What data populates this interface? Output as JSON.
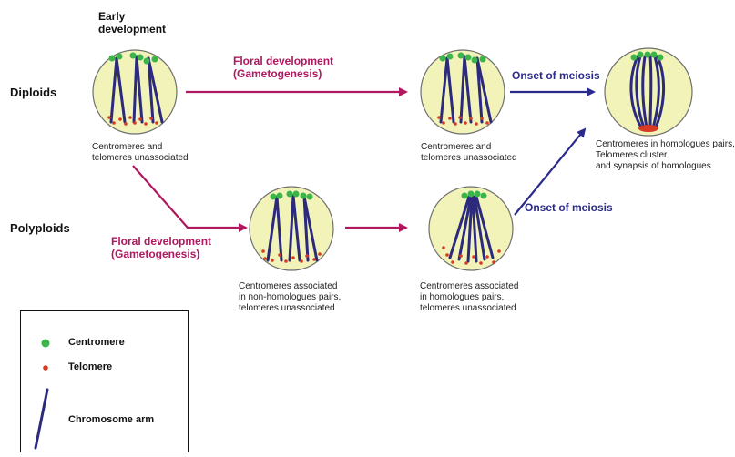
{
  "header": {
    "early_development": "Early\ndevelopment"
  },
  "rows": {
    "diploids": "Diploids",
    "polyploids": "Polyploids"
  },
  "arrows": {
    "floral_top": "Floral development\n(Gametogenesis)",
    "floral_bottom": "Floral development\n(Gametogenesis)",
    "meiosis_top": "Onset of meiosis",
    "meiosis_bottom": "Onset of meiosis"
  },
  "captions": {
    "c1": "Centromeres and\ntelomeres unassociated",
    "c2": "Centromeres and\ntelomeres unassociated",
    "c3": "Centromeres in homologues pairs,\nTelomeres cluster\nand synapsis of homologues",
    "c4": "Centromeres associated\nin non-homologues pairs,\ntelomeres unassociated",
    "c5": "Centromeres associated\nin homologues pairs,\ntelomeres unassociated"
  },
  "legend": {
    "centromere": "Centromere",
    "telomere": "Telomere",
    "chromosome_arm": "Chromosome arm"
  },
  "colors": {
    "cell_fill": "#f1f3b9",
    "cell_stroke": "#6f6f6f",
    "chromosome": "#2c2a7c",
    "centromere": "#3bb54a",
    "telomere": "#d83a24",
    "magenta_arrow": "#b0185f",
    "blue_arrow": "#2a2a8a"
  }
}
